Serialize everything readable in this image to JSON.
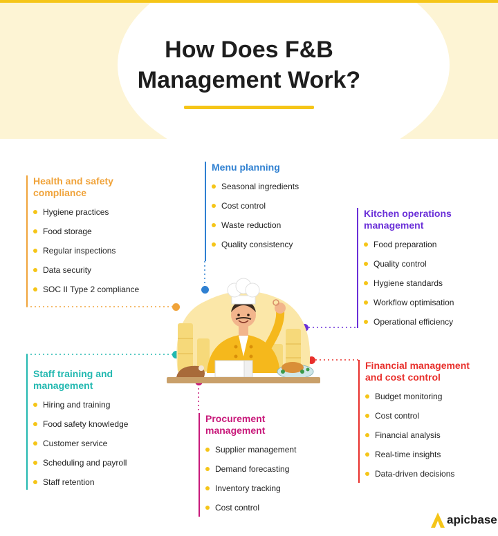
{
  "title": {
    "line1": "How Does F&B",
    "line2": "Management Work?"
  },
  "colors": {
    "accent_yellow": "#f5c518",
    "health": "#f0a33a",
    "menu": "#2f80d1",
    "kitchen": "#6a2fd8",
    "staff": "#22b8b0",
    "finance": "#e8302c",
    "procurement": "#c8197a"
  },
  "sections": {
    "health": {
      "title_line1": "Health and safety",
      "title_line2": "compliance",
      "items": [
        "Hygiene practices",
        "Food storage",
        "Regular inspections",
        "Data security",
        "SOC II Type 2 compliance"
      ]
    },
    "menu": {
      "title": "Menu planning",
      "items": [
        "Seasonal ingredients",
        "Cost control",
        "Waste reduction",
        "Quality consistency"
      ]
    },
    "kitchen": {
      "title_line1": "Kitchen operations",
      "title_line2": "management",
      "items": [
        "Food preparation",
        "Quality control",
        "Hygiene standards",
        "Workflow optimisation",
        "Operational efficiency"
      ]
    },
    "staff": {
      "title_line1": "Staff training and",
      "title_line2": "management",
      "items": [
        "Hiring and training",
        "Food safety knowledge",
        "Customer service",
        "Scheduling and payroll",
        "Staff retention"
      ]
    },
    "finance": {
      "title_line1": "Financial management",
      "title_line2": "and cost control",
      "items": [
        "Budget monitoring",
        "Cost control",
        "Financial analysis",
        "Real-time insights",
        "Data-driven decisions"
      ]
    },
    "procurement": {
      "title_line1": "Procurement",
      "title_line2": "management",
      "items": [
        "Supplier management",
        "Demand forecasting",
        "Inventory tracking",
        "Cost control"
      ]
    }
  },
  "logo": {
    "text": "apicbase",
    "icon": "apicbase-logo-icon"
  },
  "illustration": {
    "icon": "chef-illustration"
  }
}
